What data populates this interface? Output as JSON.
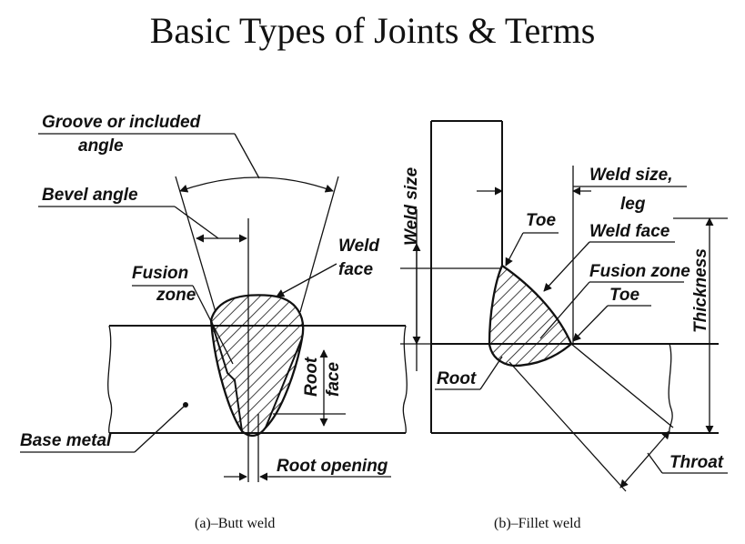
{
  "title": "Basic Types of Joints & Terms",
  "butt": {
    "caption": "(a)–Butt weld",
    "groove_line1": "Groove or included",
    "groove_line2": "angle",
    "bevel": "Bevel angle",
    "weld_line1": "Weld",
    "weld_line2": "face",
    "fusion_line1": "Fusion",
    "fusion_line2": "zone",
    "root_line1": "Root",
    "root_line2": "face",
    "base_metal": "Base metal",
    "root_opening": "Root opening"
  },
  "fillet": {
    "caption": "(b)–Fillet weld",
    "weld_size": "Weld size",
    "weld_size_leg_line1": "Weld size,",
    "weld_size_leg_line2": "leg",
    "toe_top": "Toe",
    "weld_face": "Weld face",
    "fusion_zone": "Fusion zone",
    "toe_bottom": "Toe",
    "thickness": "Thickness",
    "root": "Root",
    "throat": "Throat"
  }
}
